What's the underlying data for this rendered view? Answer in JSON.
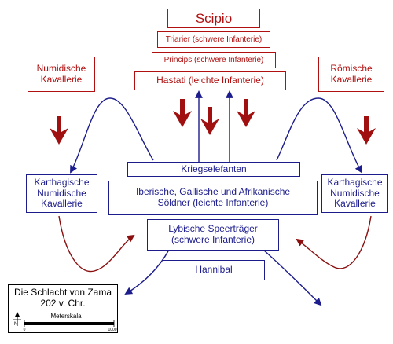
{
  "roman": {
    "commander": "Scipio",
    "triarii": "Triarier (schwere Infanterie)",
    "principes": "Princips (schwere Infanterie)",
    "hastati": "Hastati (leichte Infanterie)",
    "numidian_cavalry": "Numidische\nKavallerie",
    "roman_cavalry": "Römische\nKavallerie"
  },
  "carthage": {
    "elephants": "Kriegselefanten",
    "mercenaries": "Iberische, Gallische und Afrikanische\nSöldner (leichte Infanterie)",
    "libyan_spearmen": "Lybische Speerträger\n(schwere Infanterie)",
    "commander": "Hannibal",
    "cavalry_left": "Karthagische\nNumidische\nKavallerie",
    "cavalry_right": "Karthagische\nNumidische\nKavallerie"
  },
  "legend": {
    "title": "Die Schlacht von Zama\n202 v. Chr.",
    "north": "N",
    "scale_label": "Meterskala",
    "scale_min": "0",
    "scale_max": "1000"
  },
  "colors": {
    "roman": "#b01010",
    "carthage": "#1c1c8c"
  }
}
